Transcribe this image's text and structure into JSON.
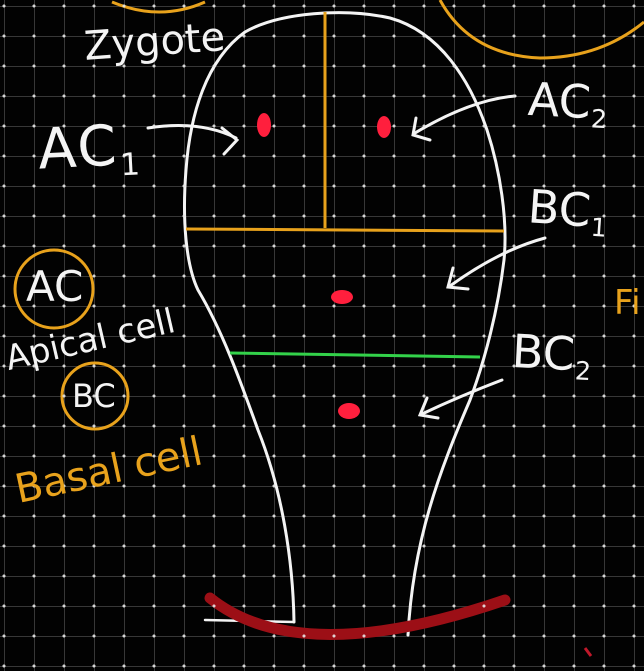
{
  "labels": {
    "zygote": "Zygote",
    "ac1": "AC",
    "ac1_sub": "1",
    "ac2": "AC",
    "ac2_sub": "2",
    "bc1": "BC",
    "bc1_sub": "1",
    "bc2": "BC",
    "bc2_sub": "2",
    "ac_circle": "AC",
    "apical_cell": "Apical cell",
    "bc_circle": "BC",
    "basal_cell": "Basal cell",
    "edge_partial": "Fi"
  },
  "colors": {
    "background": "#020202",
    "chalk_white": "#f4f4f4",
    "orange": "#e8a21c",
    "green": "#33d24a",
    "red_dot": "#ff1f3d",
    "dark_red": "#9c0f16"
  }
}
